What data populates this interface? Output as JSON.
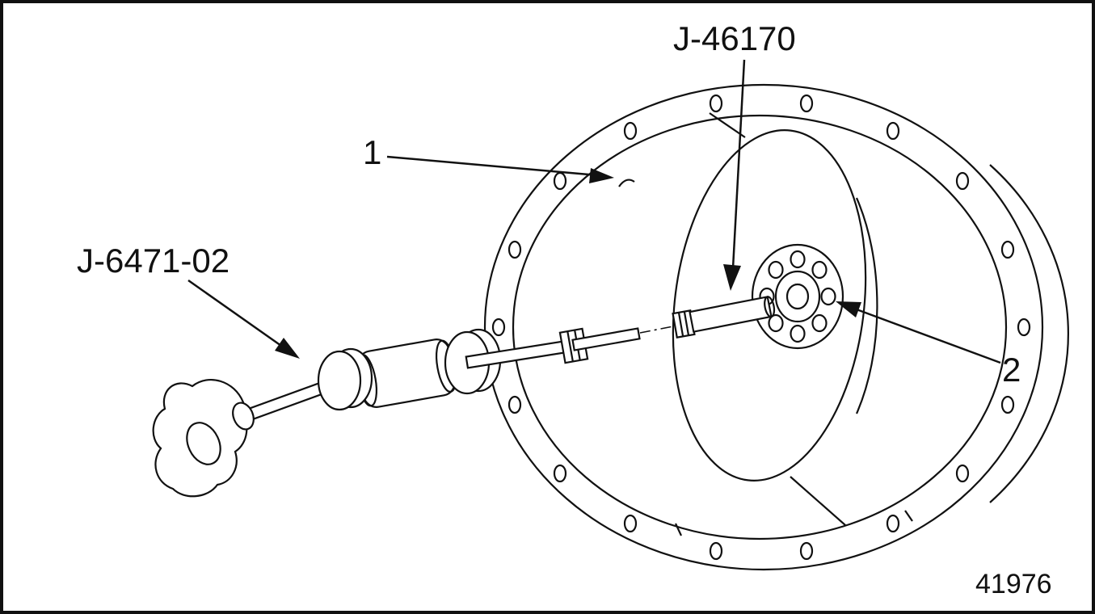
{
  "figure": {
    "type": "technical-illustration",
    "description_hint": "Slide hammer with adapter installed through flywheel hub",
    "background_color": "#ffffff",
    "line_color": "#111111",
    "number": "41976",
    "labels": {
      "adapter": "J-46170",
      "slide_hammer": "J-6471-02",
      "callout_1": "1",
      "callout_2": "2"
    }
  }
}
